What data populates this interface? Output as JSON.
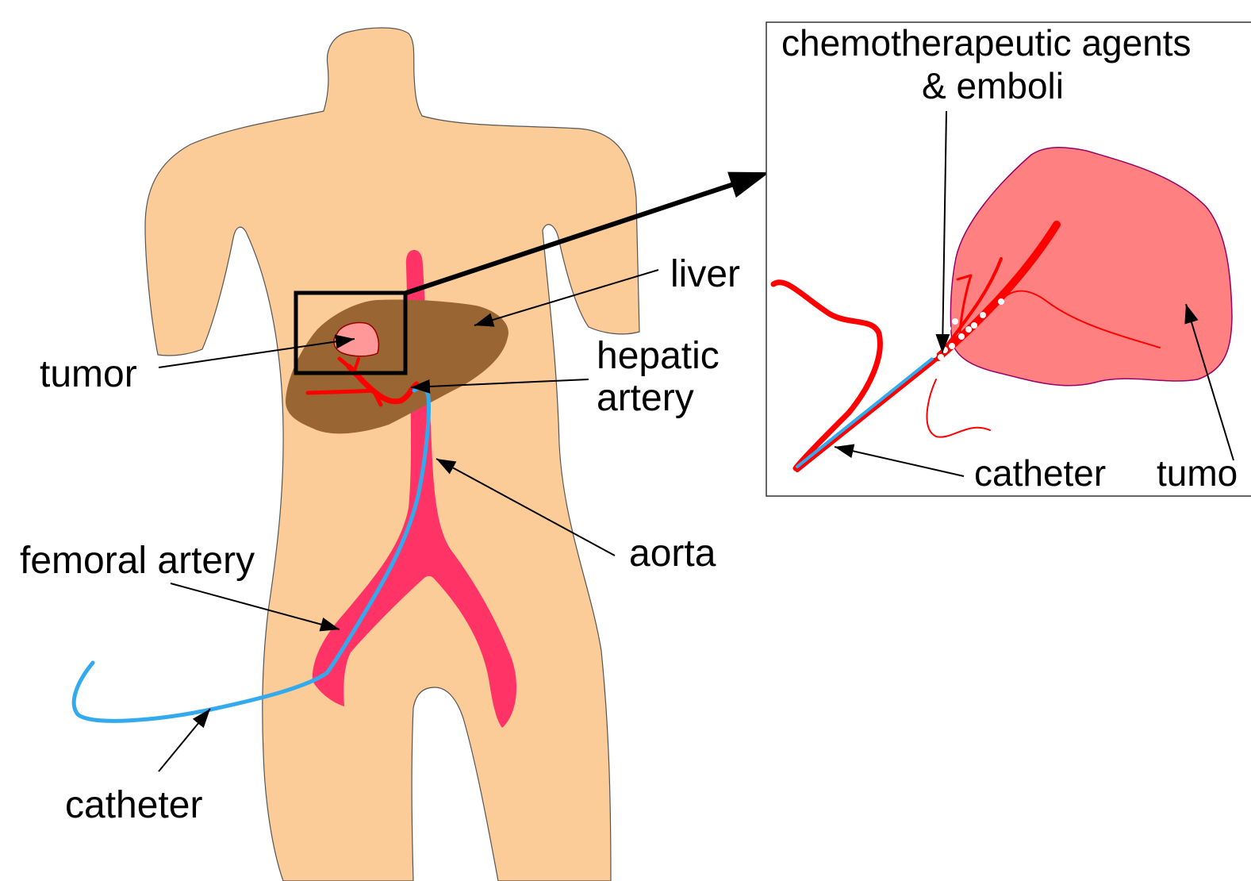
{
  "labels": {
    "tumor": "tumor",
    "liver": "liver",
    "hepatic_line1": "hepatic",
    "hepatic_line2": "artery",
    "aorta": "aorta",
    "femoral_artery": "femoral artery",
    "catheter": "catheter"
  },
  "inset": {
    "agents_line1": "chemotherapeutic agents",
    "agents_line2": "& emboli",
    "catheter": "catheter",
    "tumor": "tumo"
  },
  "colors": {
    "skin": "#FBCB98",
    "aorta": "#FF3366",
    "liver": "#996633",
    "tumor": "#FF9999",
    "artery": "#FF0000",
    "catheter": "#33AAEE",
    "inset_tumor": "#FF8080",
    "emboli": "#FFFFFF"
  }
}
